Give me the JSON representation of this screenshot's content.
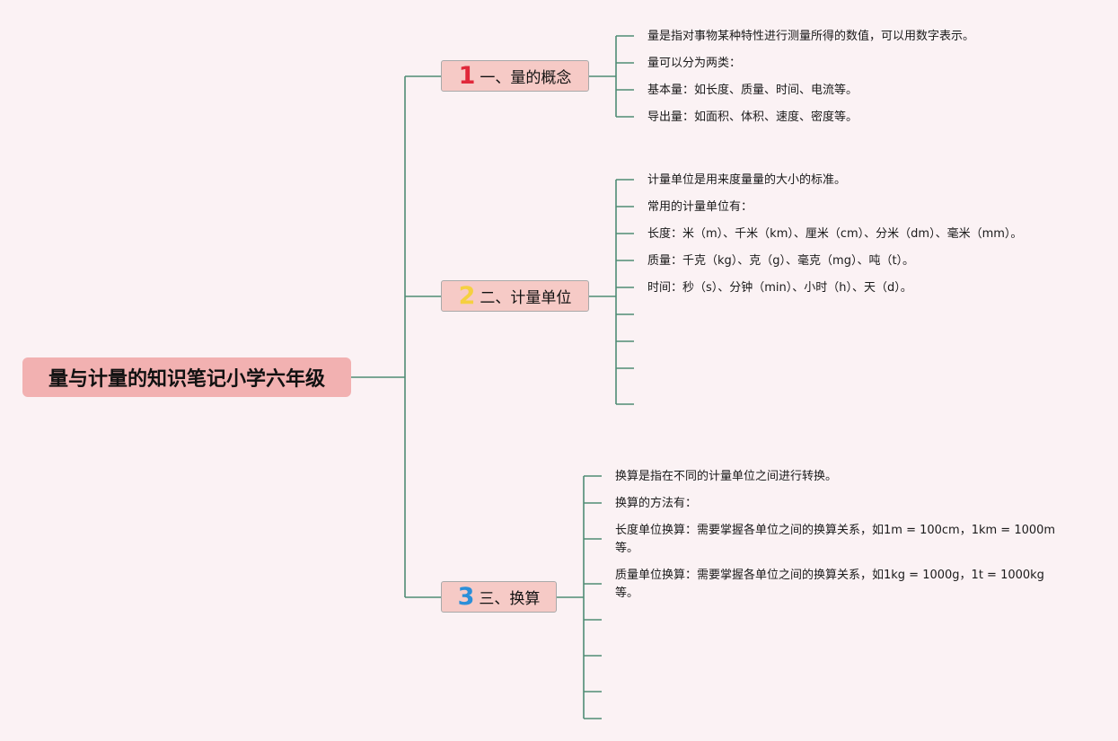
{
  "root": {
    "title": "量与计量的知识笔记小学六年级"
  },
  "branches": [
    {
      "num": "1",
      "num_color": "#e0283a",
      "label": "一、量的概念",
      "items": [
        "量是指对事物某种特性进行测量所得的数值，可以用数字表示。",
        "量可以分为两类：",
        "基本量：如长度、质量、时间、电流等。",
        "导出量：如面积、体积、速度、密度等。"
      ]
    },
    {
      "num": "2",
      "num_color": "#f5d040",
      "label": "二、计量单位",
      "items": [
        "计量单位是用来度量量的大小的标准。",
        "常用的计量单位有：",
        "长度：米（m）、千米（km）、厘米（cm）、分米（dm）、毫米（mm）。",
        "质量：千克（kg）、克（g）、毫克（mg）、吨（t）。",
        "时间：秒（s）、分钟（min）、小时（h）、天（d）。"
      ]
    },
    {
      "num": "3",
      "num_color": "#2b8fd9",
      "label": "三、换算",
      "items": [
        "换算是指在不同的计量单位之间进行转换。",
        "换算的方法有：",
        "长度单位换算：需要掌握各单位之间的换算关系，如1m = 100cm，1km = 1000m等。",
        "质量单位换算：需要掌握各单位之间的换算关系，如1kg = 1000g，1t = 1000kg等。"
      ]
    }
  ]
}
